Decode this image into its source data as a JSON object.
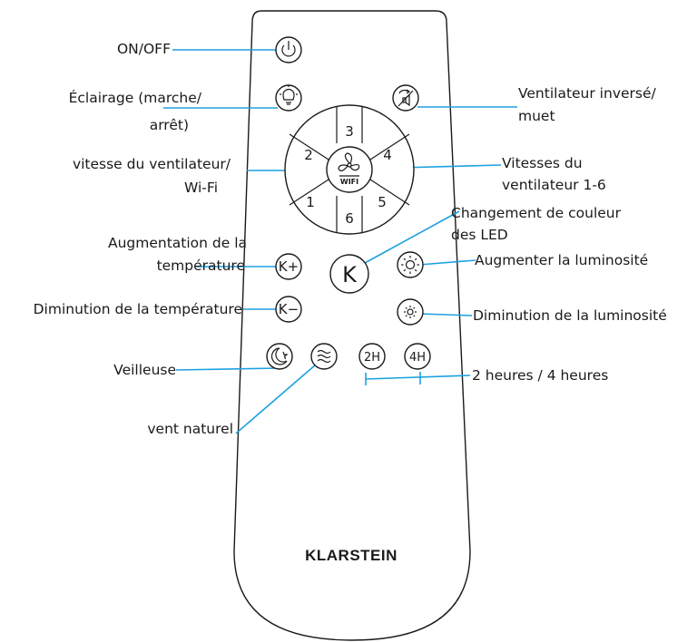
{
  "brand": "KLARSTEIN",
  "wheel": {
    "numbers": [
      "3",
      "4",
      "5",
      "6",
      "1",
      "2"
    ],
    "wifi_label": "WIFI"
  },
  "buttons": {
    "color_change": "K",
    "temp_up": "K+",
    "temp_down": "K−",
    "timer_2h": "2H",
    "timer_4h": "4H"
  },
  "labels": {
    "on_off": "ON/OFF",
    "lighting_1": "Éclairage (marche/",
    "lighting_2": "arrêt)",
    "reverse_1": "Ventilateur inversé/",
    "reverse_2": "muet",
    "speed_wifi_1": "vitesse du ventilateur/",
    "speed_wifi_2": "Wi-Fi",
    "speeds_1": "Vitesses du",
    "speeds_2": "ventilateur 1-6",
    "led_1": "Changement de couleur",
    "led_2": "des LED",
    "temp_up_1": "Augmentation de la",
    "temp_up_2": "température",
    "bright_up": "Augmenter la luminosité",
    "temp_down": "Diminution de la température",
    "bright_down": "Diminution de la luminosité",
    "night_light": "Veilleuse",
    "timer": "2 heures / 4 heures",
    "natural_wind": "vent naturel"
  }
}
